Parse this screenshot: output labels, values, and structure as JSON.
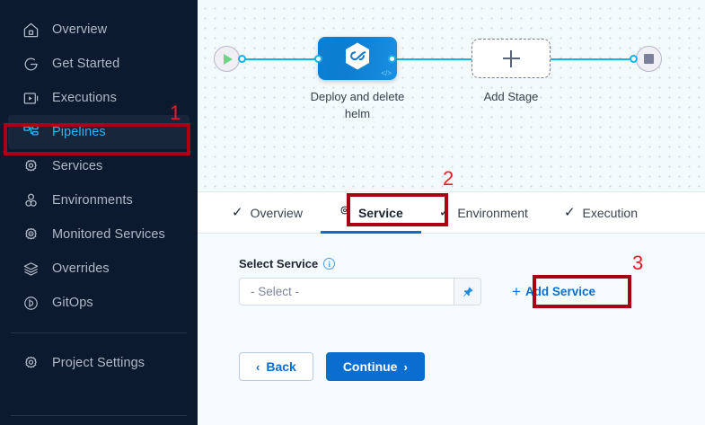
{
  "sidebar": {
    "items": [
      {
        "label": "Overview",
        "icon": "home-icon",
        "active": false
      },
      {
        "label": "Get Started",
        "icon": "rocket-start-icon",
        "active": false
      },
      {
        "label": "Executions",
        "icon": "play-box-icon",
        "active": false
      },
      {
        "label": "Pipelines",
        "icon": "pipeline-icon",
        "active": true
      },
      {
        "label": "Services",
        "icon": "gear-icon",
        "active": false
      },
      {
        "label": "Environments",
        "icon": "environments-icon",
        "active": false
      },
      {
        "label": "Monitored Services",
        "icon": "monitored-gear-icon",
        "active": false
      },
      {
        "label": "Overrides",
        "icon": "layers-icon",
        "active": false
      },
      {
        "label": "GitOps",
        "icon": "gitops-icon",
        "active": false
      }
    ],
    "footer": {
      "label": "Project Settings",
      "icon": "gear-icon"
    }
  },
  "canvas": {
    "start_node": "pipeline-start-node",
    "end_node": "pipeline-end-node",
    "stage": {
      "label": "Deploy and delete helm",
      "icon": "helm-hex-icon",
      "badge": "code-glyph"
    },
    "add_stage": {
      "label": "Add Stage",
      "icon": "plus-icon"
    }
  },
  "tabs": [
    {
      "label": "Overview",
      "icon": "check-icon",
      "active": false
    },
    {
      "label": "Service",
      "icon": "gear-icon",
      "active": true
    },
    {
      "label": "Environment",
      "icon": "check-icon",
      "active": false
    },
    {
      "label": "Execution",
      "icon": "check-icon",
      "active": false
    }
  ],
  "form": {
    "select_service_label": "Select Service",
    "select_service_value": "- Select -",
    "pin_icon": "pin-icon",
    "info_icon": "info-icon",
    "info_char": "i",
    "add_service_label": "Add Service",
    "add_service_plus": "+",
    "back_label": "Back",
    "back_chevron": "‹",
    "continue_label": "Continue",
    "continue_chevron": "›"
  },
  "annotations": [
    {
      "number": "1",
      "target": "sidebar-item-pipelines"
    },
    {
      "number": "2",
      "target": "tab-service"
    },
    {
      "number": "3",
      "target": "add-service-button"
    }
  ],
  "colors": {
    "sidebar_bg": "#0b1a2e",
    "accent_blue": "#0a6ed1",
    "active_nav": "#2ab6f0",
    "annotation_red": "#aa0015",
    "annotation_num_red": "#f61828",
    "pipeline_line": "#19b0e8"
  }
}
